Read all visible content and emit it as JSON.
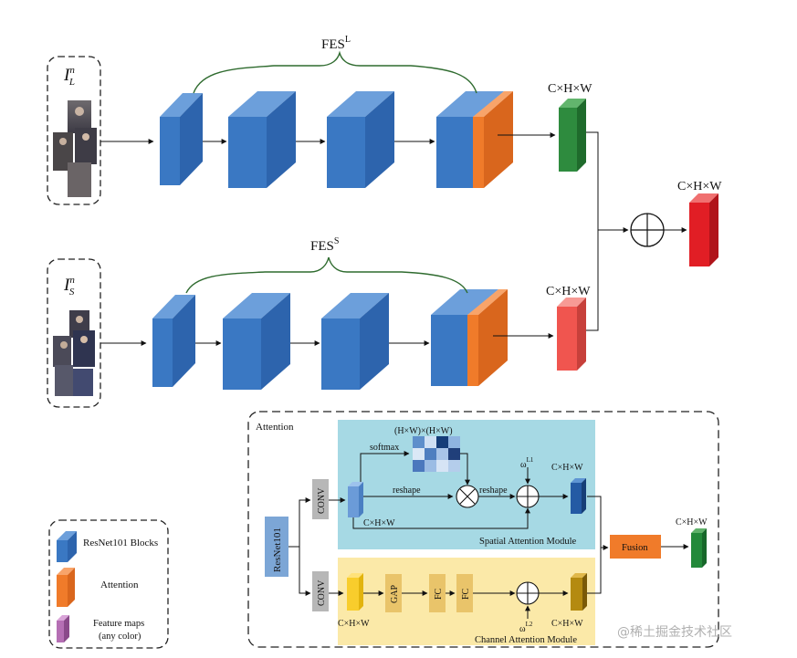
{
  "top_branch": {
    "input_label": "I",
    "input_sup": "n",
    "input_sub": "L",
    "fes_label": "FES",
    "fes_sup": "L",
    "feature_dims": "C×H×W"
  },
  "bottom_branch": {
    "input_label": "I",
    "input_sup": "n",
    "input_sub": "S",
    "fes_label": "FES",
    "fes_sup": "S",
    "feature_dims": "C×H×W"
  },
  "fusion_output_dims": "C×H×W",
  "legend": {
    "resnet_label": "ResNet101 Blocks",
    "attention_label": "Attention",
    "feature_maps_label_1": "Feature maps",
    "feature_maps_label_2": "(any color)"
  },
  "attention_module": {
    "title": "Attention",
    "resnet": "ResNet101",
    "conv_top": "CONV",
    "conv_bottom": "CONV",
    "hw_matrix": "(H×W)×(H×W)",
    "softmax": "softmax",
    "reshape_1": "reshape",
    "reshape_2": "reshape",
    "cxhxw_spatial_in": "C×H×W",
    "cxhxw_spatial_out": "C×H×W",
    "omega_1": "ω",
    "omega_1_sup": "L1",
    "spatial_title": "Spatial Attention Module",
    "gap": "GAP",
    "fc_1": "FC",
    "fc_2": "FC",
    "omega_2": "ω",
    "omega_2_sup": "L2",
    "cxhxw_channel_in": "C×H×W",
    "cxhxw_channel_out": "C×H×W",
    "channel_title": "Channel Attention Module",
    "fusion": "Fusion",
    "final_dims": "C×H×W"
  },
  "watermark": "@稀土掘金技术社区",
  "colors": {
    "resnet_blue": "#3a78c3",
    "attention_orange": "#f07b2a",
    "feature_green": "#2e8b3e",
    "feature_light_red": "#f0554f",
    "feature_red": "#e11e25",
    "spatial_bg": "#a6d9e4",
    "channel_bg": "#fbe9a8",
    "brace_green": "#2f6b2f"
  }
}
